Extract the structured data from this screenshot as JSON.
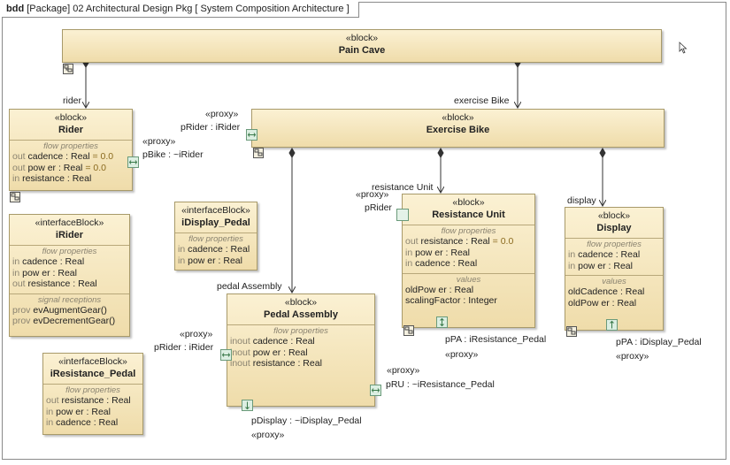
{
  "frame": {
    "kind": "bdd",
    "title": "[Package] 02 Architectural Design Pkg [ System Composition Architecture ]"
  },
  "blocks": {
    "pain_cave": {
      "stereotype": "«block»",
      "name": "Pain Cave"
    },
    "rider": {
      "stereotype": "«block»",
      "name": "Rider",
      "section_title": "flow properties",
      "props": [
        {
          "dir": "out",
          "text": "cadence : Real",
          "default": "= 0.0"
        },
        {
          "dir": "out",
          "text": "pow er : Real",
          "default": "= 0.0"
        },
        {
          "dir": "in",
          "text": "resistance : Real",
          "default": ""
        }
      ]
    },
    "irider": {
      "stereotype": "«interfaceBlock»",
      "name": "iRider",
      "section_title": "flow properties",
      "props": [
        {
          "dir": "in",
          "text": "cadence : Real"
        },
        {
          "dir": "in",
          "text": "pow er : Real"
        },
        {
          "dir": "out",
          "text": "resistance : Real"
        }
      ],
      "signal_title": "signal receptions",
      "signals": [
        {
          "dir": "prov",
          "text": "evAugmentGear()"
        },
        {
          "dir": "prov",
          "text": "evDecrementGear()"
        }
      ]
    },
    "iresistance_pedal": {
      "stereotype": "«interfaceBlock»",
      "name": "iResistance_Pedal",
      "section_title": "flow properties",
      "props": [
        {
          "dir": "out",
          "text": "resistance : Real"
        },
        {
          "dir": "in",
          "text": "pow er : Real"
        },
        {
          "dir": "in",
          "text": "cadence : Real"
        }
      ]
    },
    "idisplay_pedal": {
      "stereotype": "«interfaceBlock»",
      "name": "iDisplay_Pedal",
      "section_title": "flow properties",
      "props": [
        {
          "dir": "in",
          "text": "cadence : Real"
        },
        {
          "dir": "in",
          "text": "pow er : Real"
        }
      ]
    },
    "exercise_bike": {
      "stereotype": "«block»",
      "name": "Exercise Bike"
    },
    "pedal_assembly": {
      "stereotype": "«block»",
      "name": "Pedal Assembly",
      "section_title": "flow properties",
      "props": [
        {
          "dir": "inout",
          "text": "cadence : Real"
        },
        {
          "dir": "inout",
          "text": "pow er : Real"
        },
        {
          "dir": "inout",
          "text": "resistance : Real"
        }
      ]
    },
    "resistance_unit": {
      "stereotype": "«block»",
      "name": "Resistance Unit",
      "section_title": "flow properties",
      "props": [
        {
          "dir": "out",
          "text": "resistance : Real",
          "default": "= 0.0"
        },
        {
          "dir": "in",
          "text": "pow er : Real",
          "default": ""
        },
        {
          "dir": "in",
          "text": "cadence : Real",
          "default": ""
        }
      ],
      "values_title": "values",
      "values": [
        "oldPow er : Real",
        "scalingFactor : Integer"
      ]
    },
    "display": {
      "stereotype": "«block»",
      "name": "Display",
      "section_title": "flow properties",
      "props": [
        {
          "dir": "in",
          "text": "cadence : Real"
        },
        {
          "dir": "in",
          "text": "pow er : Real"
        }
      ],
      "values_title": "values",
      "values": [
        "oldCadence : Real",
        "oldPow er : Real"
      ]
    }
  },
  "labels": {
    "role_rider": "rider",
    "role_exercise_bike": "exercise Bike",
    "role_resistance_unit": "resistance Unit",
    "role_display": "display",
    "role_pedal_assembly": "pedal Assembly",
    "proxy": "«proxy»",
    "eb_prider": "pRider : iRider",
    "rider_pbike": "pBike : ~iRider",
    "ru_prider": "pRider",
    "pa_prider": "pRider : iRider",
    "pa_pru": "pRU : ~iResistance_Pedal",
    "pa_pdisplay": "pDisplay : ~iDisplay_Pedal",
    "ru_ppa": "pPA : iResistance_Pedal",
    "disp_ppa": "pPA : iDisplay_Pedal"
  }
}
